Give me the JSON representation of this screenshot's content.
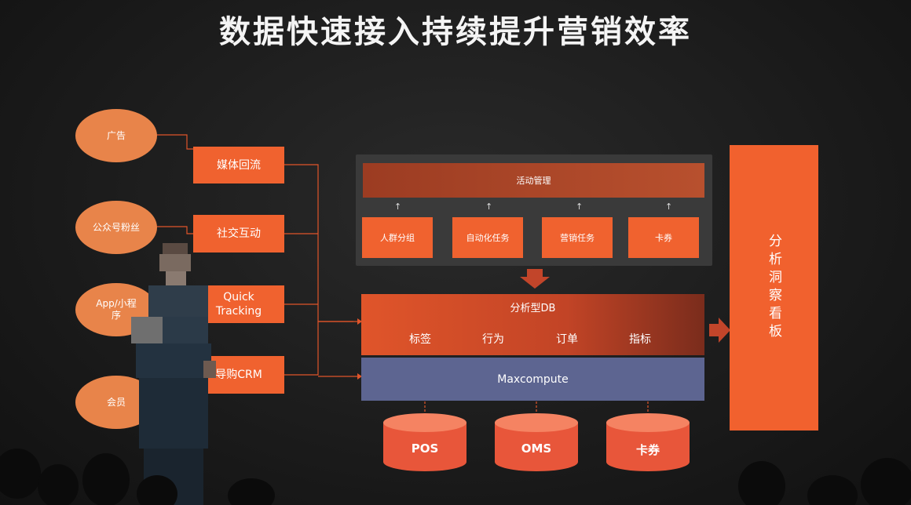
{
  "title": "数据快速接入持续提升营销效率",
  "sources": [
    {
      "label": "广告"
    },
    {
      "label": "公众号粉丝"
    },
    {
      "label": "App/小程序"
    },
    {
      "label": "会员"
    }
  ],
  "channels": [
    {
      "label": "媒体回流"
    },
    {
      "label": "社交互动"
    },
    {
      "label": "Quick Tracking"
    },
    {
      "label": "导购CRM"
    }
  ],
  "activity_management": "活动管理",
  "tasks": [
    {
      "label": "人群分组"
    },
    {
      "label": "自动化任务"
    },
    {
      "label": "营销任务"
    },
    {
      "label": "卡券"
    }
  ],
  "analytic_db": {
    "title": "分析型DB",
    "tags": [
      "标签",
      "行为",
      "订单",
      "指标"
    ]
  },
  "maxcompute": "Maxcompute",
  "stores": [
    {
      "label": "POS"
    },
    {
      "label": "OMS"
    },
    {
      "label": "卡券"
    }
  ],
  "insight_board": "分析洞察看板",
  "arrow_glyph": "↑",
  "colors": {
    "accent": "#f0622f",
    "oval": "#e8844a",
    "maxcompute": "#5d6591",
    "background": "#1c1c1c"
  }
}
